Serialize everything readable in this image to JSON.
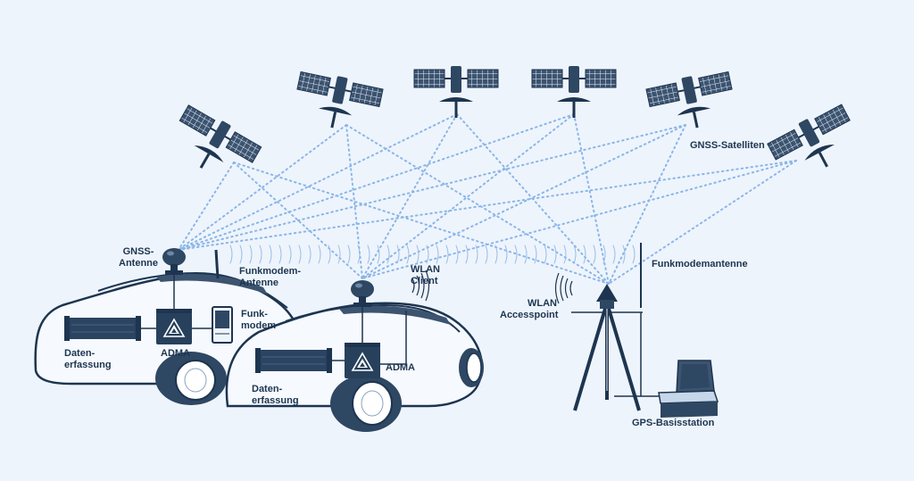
{
  "labels": {
    "gnss_satellites": "GNSS-Satelliten",
    "gnss_antenna": [
      "GNSS-",
      "Antenne"
    ],
    "radio_antenna_vehicle": [
      "Funkmodem-",
      "Antenne"
    ],
    "radio_modem": [
      "Funk-",
      "modem"
    ],
    "data_acquisition_1": [
      "Daten-",
      "erfassung"
    ],
    "adma_1": "ADMA",
    "data_acquisition_2": [
      "Daten-",
      "erfassung"
    ],
    "adma_2": "ADMA",
    "wlan_client": [
      "WLAN",
      "Client"
    ],
    "wlan_accesspoint": [
      "WLAN",
      "Accesspoint"
    ],
    "radio_antenna_station": "Funkmodemantenne",
    "gps_base_station": "GPS-Basisstation"
  },
  "colors": {
    "background": "#eef4fc",
    "outline": "#1d3550",
    "signal_dots": "#8ab6e8",
    "car_body": "#f6f9fd"
  }
}
